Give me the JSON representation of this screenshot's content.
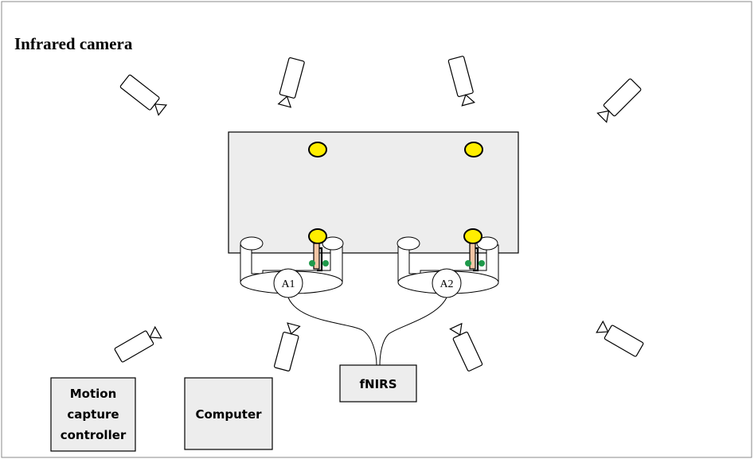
{
  "title": "Infrared camera",
  "participants": [
    "A1",
    "A2"
  ],
  "devices": {
    "fnirs": "fNIRS",
    "computer": "Computer",
    "motion_controller": [
      "Motion",
      "capture",
      "controller"
    ]
  },
  "colors": {
    "table_fill": "#ededed",
    "marker_fill": "#ffee00",
    "sensor_fill": "#1f9a4b",
    "hand_fill": "#f2c6a5",
    "box_fill": "#ededed"
  },
  "icons": [
    "infrared-camera-icon",
    "reflective-marker-icon",
    "chair-icon"
  ]
}
